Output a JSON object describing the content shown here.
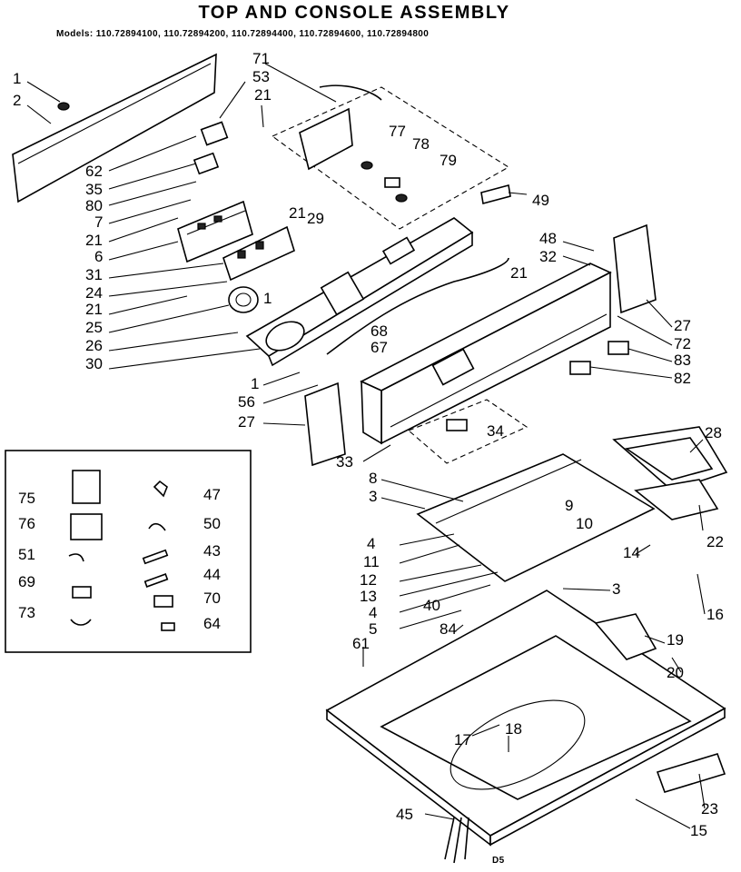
{
  "title": "TOP AND CONSOLE ASSEMBLY",
  "models": "Models:  110.72894100, 110.72894200, 110.72894400, 110.72894600, 110.72894800",
  "footer_code": "D5",
  "callouts": [
    "1",
    "2",
    "71",
    "53",
    "21",
    "77",
    "78",
    "79",
    "62",
    "35",
    "80",
    "7",
    "21",
    "6",
    "31",
    "24",
    "21",
    "29",
    "1",
    "21",
    "25",
    "26",
    "30",
    "49",
    "48",
    "32",
    "21",
    "27",
    "72",
    "68",
    "67",
    "83",
    "82",
    "1",
    "56",
    "27",
    "34",
    "33",
    "28",
    "8",
    "3",
    "9",
    "10",
    "22",
    "4",
    "11",
    "12",
    "13",
    "14",
    "3",
    "16",
    "4",
    "40",
    "5",
    "84",
    "19",
    "61",
    "20",
    "17",
    "18",
    "45",
    "23",
    "15",
    "75",
    "47",
    "76",
    "50",
    "51",
    "43",
    "69",
    "44",
    "70",
    "73",
    "64"
  ]
}
